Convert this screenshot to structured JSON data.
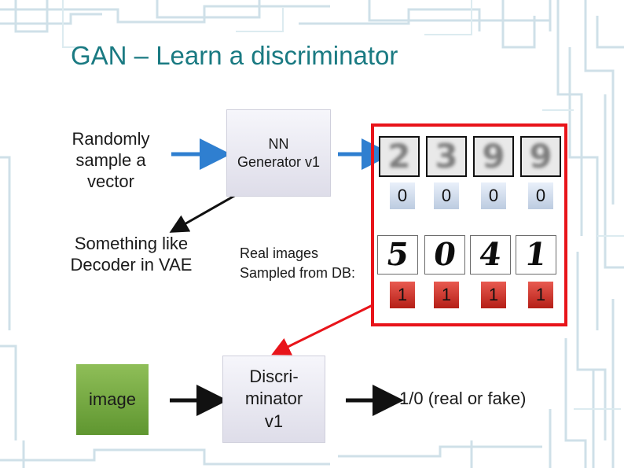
{
  "slide": {
    "title": "GAN – Learn a discriminator",
    "random_sample_text": "Randomly sample a vector",
    "generator_label": "NN Generator v1",
    "decoder_note": "Something like Decoder in VAE",
    "real_images_text": "Real images Sampled from DB:",
    "image_label": "image",
    "discriminator_label": "Discri-minator v1",
    "output_text": "1/0 (real or fake)"
  },
  "generated_row": {
    "digits": [
      "2",
      "3",
      "9",
      "9"
    ],
    "labels": [
      "0",
      "0",
      "0",
      "0"
    ]
  },
  "real_row": {
    "digits": [
      "5",
      "0",
      "4",
      "1"
    ],
    "labels": [
      "1",
      "1",
      "1",
      "1"
    ]
  },
  "colors": {
    "title": "#1a7a82",
    "frame_red": "#e8141a",
    "arrow_blue": "#2f7fd0",
    "label_one_red": "#c9281f",
    "image_box_green": "#6fa63c"
  }
}
